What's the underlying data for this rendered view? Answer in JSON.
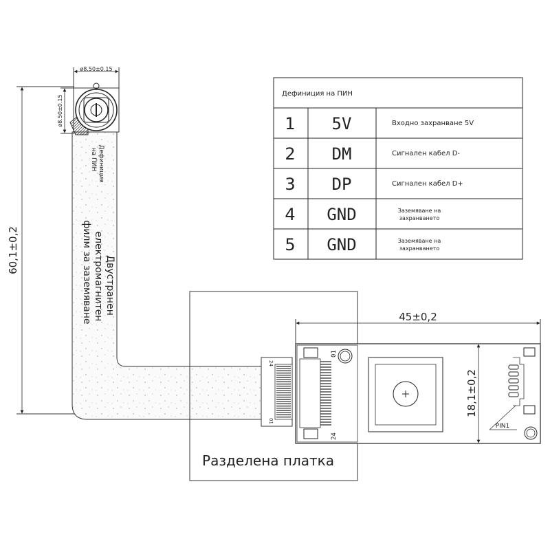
{
  "dimensions": {
    "top_width": "ø8.50±0.15",
    "top_height": "ø8.50±0.15",
    "length": "60,1±0,2",
    "board_width": "45±0,2",
    "board_height": "18,1±0,2"
  },
  "cable": {
    "film_label_1": "Двустранен",
    "film_label_2": "електромагнитен",
    "film_label_3": "филм за заземяване",
    "pin_def_label_1": "Дефиниция",
    "pin_def_label_2": "на ПИН",
    "connector_pin_top": "24",
    "connector_pin_bottom": "01"
  },
  "board": {
    "caption": "Разделена платка",
    "conn_label_top": "01",
    "conn_label_bottom": "24",
    "usb_pin_label": "PIN1"
  },
  "pin_table": {
    "title": "Дефиниция на ПИН",
    "rows": [
      {
        "num": "1",
        "signal": "5V",
        "desc": "Входно захранване 5V",
        "desc2": ""
      },
      {
        "num": "2",
        "signal": "DM",
        "desc": "Сигнален кабел D-",
        "desc2": ""
      },
      {
        "num": "3",
        "signal": "DP",
        "desc": "Сигнален кабел D+",
        "desc2": ""
      },
      {
        "num": "4",
        "signal": "GND",
        "desc": "Заземяване на",
        "desc2": "захранването"
      },
      {
        "num": "5",
        "signal": "GND",
        "desc": "Заземяване на",
        "desc2": "захранването"
      }
    ]
  }
}
